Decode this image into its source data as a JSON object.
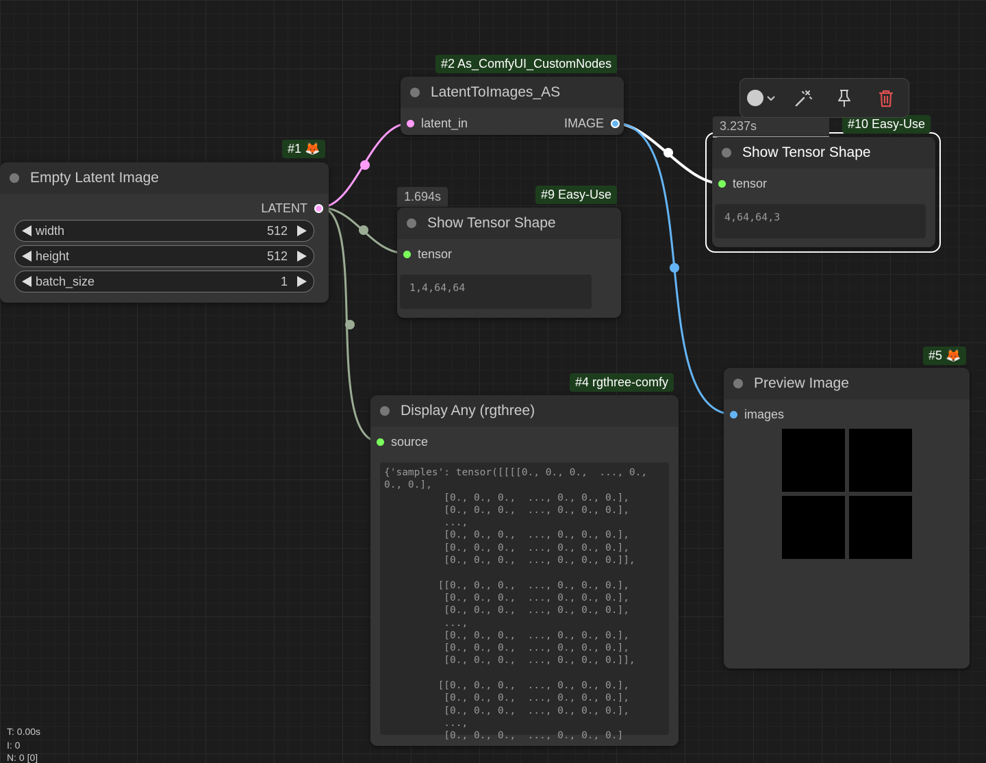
{
  "nodes": {
    "empty_latent": {
      "badge": "#1",
      "title": "Empty Latent Image",
      "output": "LATENT",
      "widgets": [
        {
          "label": "width",
          "value": "512"
        },
        {
          "label": "height",
          "value": "512"
        },
        {
          "label": "batch_size",
          "value": "1"
        }
      ]
    },
    "latent_to_images": {
      "badge": "#2 As_ComfyUI_CustomNodes",
      "title": "LatentToImages_AS",
      "input": "latent_in",
      "output": "IMAGE"
    },
    "show_shape_9": {
      "badge": "#9 Easy-Use",
      "timer": "1.694s",
      "title": "Show Tensor Shape",
      "input": "tensor",
      "value": "1,4,64,64"
    },
    "show_shape_10": {
      "badge": "#10 Easy-Use",
      "timer": "3.237s",
      "title": "Show Tensor Shape",
      "input": "tensor",
      "value": "4,64,64,3"
    },
    "display_any": {
      "badge": "#4 rgthree-comfy",
      "title": "Display Any (rgthree)",
      "input": "source",
      "text": "{'samples': tensor([[[[0., 0., 0.,  ..., 0.,\n0., 0.],\n          [0., 0., 0.,  ..., 0., 0., 0.],\n          [0., 0., 0.,  ..., 0., 0., 0.],\n          ...,\n          [0., 0., 0.,  ..., 0., 0., 0.],\n          [0., 0., 0.,  ..., 0., 0., 0.],\n          [0., 0., 0.,  ..., 0., 0., 0.]],\n\n         [[0., 0., 0.,  ..., 0., 0., 0.],\n          [0., 0., 0.,  ..., 0., 0., 0.],\n          [0., 0., 0.,  ..., 0., 0., 0.],\n          ...,\n          [0., 0., 0.,  ..., 0., 0., 0.],\n          [0., 0., 0.,  ..., 0., 0., 0.],\n          [0., 0., 0.,  ..., 0., 0., 0.]],\n\n         [[0., 0., 0.,  ..., 0., 0., 0.],\n          [0., 0., 0.,  ..., 0., 0., 0.],\n          [0., 0., 0.,  ..., 0., 0., 0.],\n          ...,\n          [0., 0., 0.,  ..., 0., 0., 0.]"
    },
    "preview_image": {
      "badge": "#5",
      "title": "Preview Image",
      "input": "images"
    }
  },
  "toolbar": {
    "icons": [
      "color-circle-icon",
      "chevron-down-icon",
      "bypass-wand-icon",
      "pin-icon",
      "trash-icon"
    ]
  },
  "stats": {
    "time": "T: 0.00s",
    "i": "I: 0",
    "n": "N: 0 [0]"
  },
  "colors": {
    "latent": "#ff9cf9",
    "image": "#64b5f6",
    "any": "#9bac94",
    "tensor": "#7bff5c",
    "badge_bg": "#1d3e1d",
    "delete": "#e05050"
  }
}
